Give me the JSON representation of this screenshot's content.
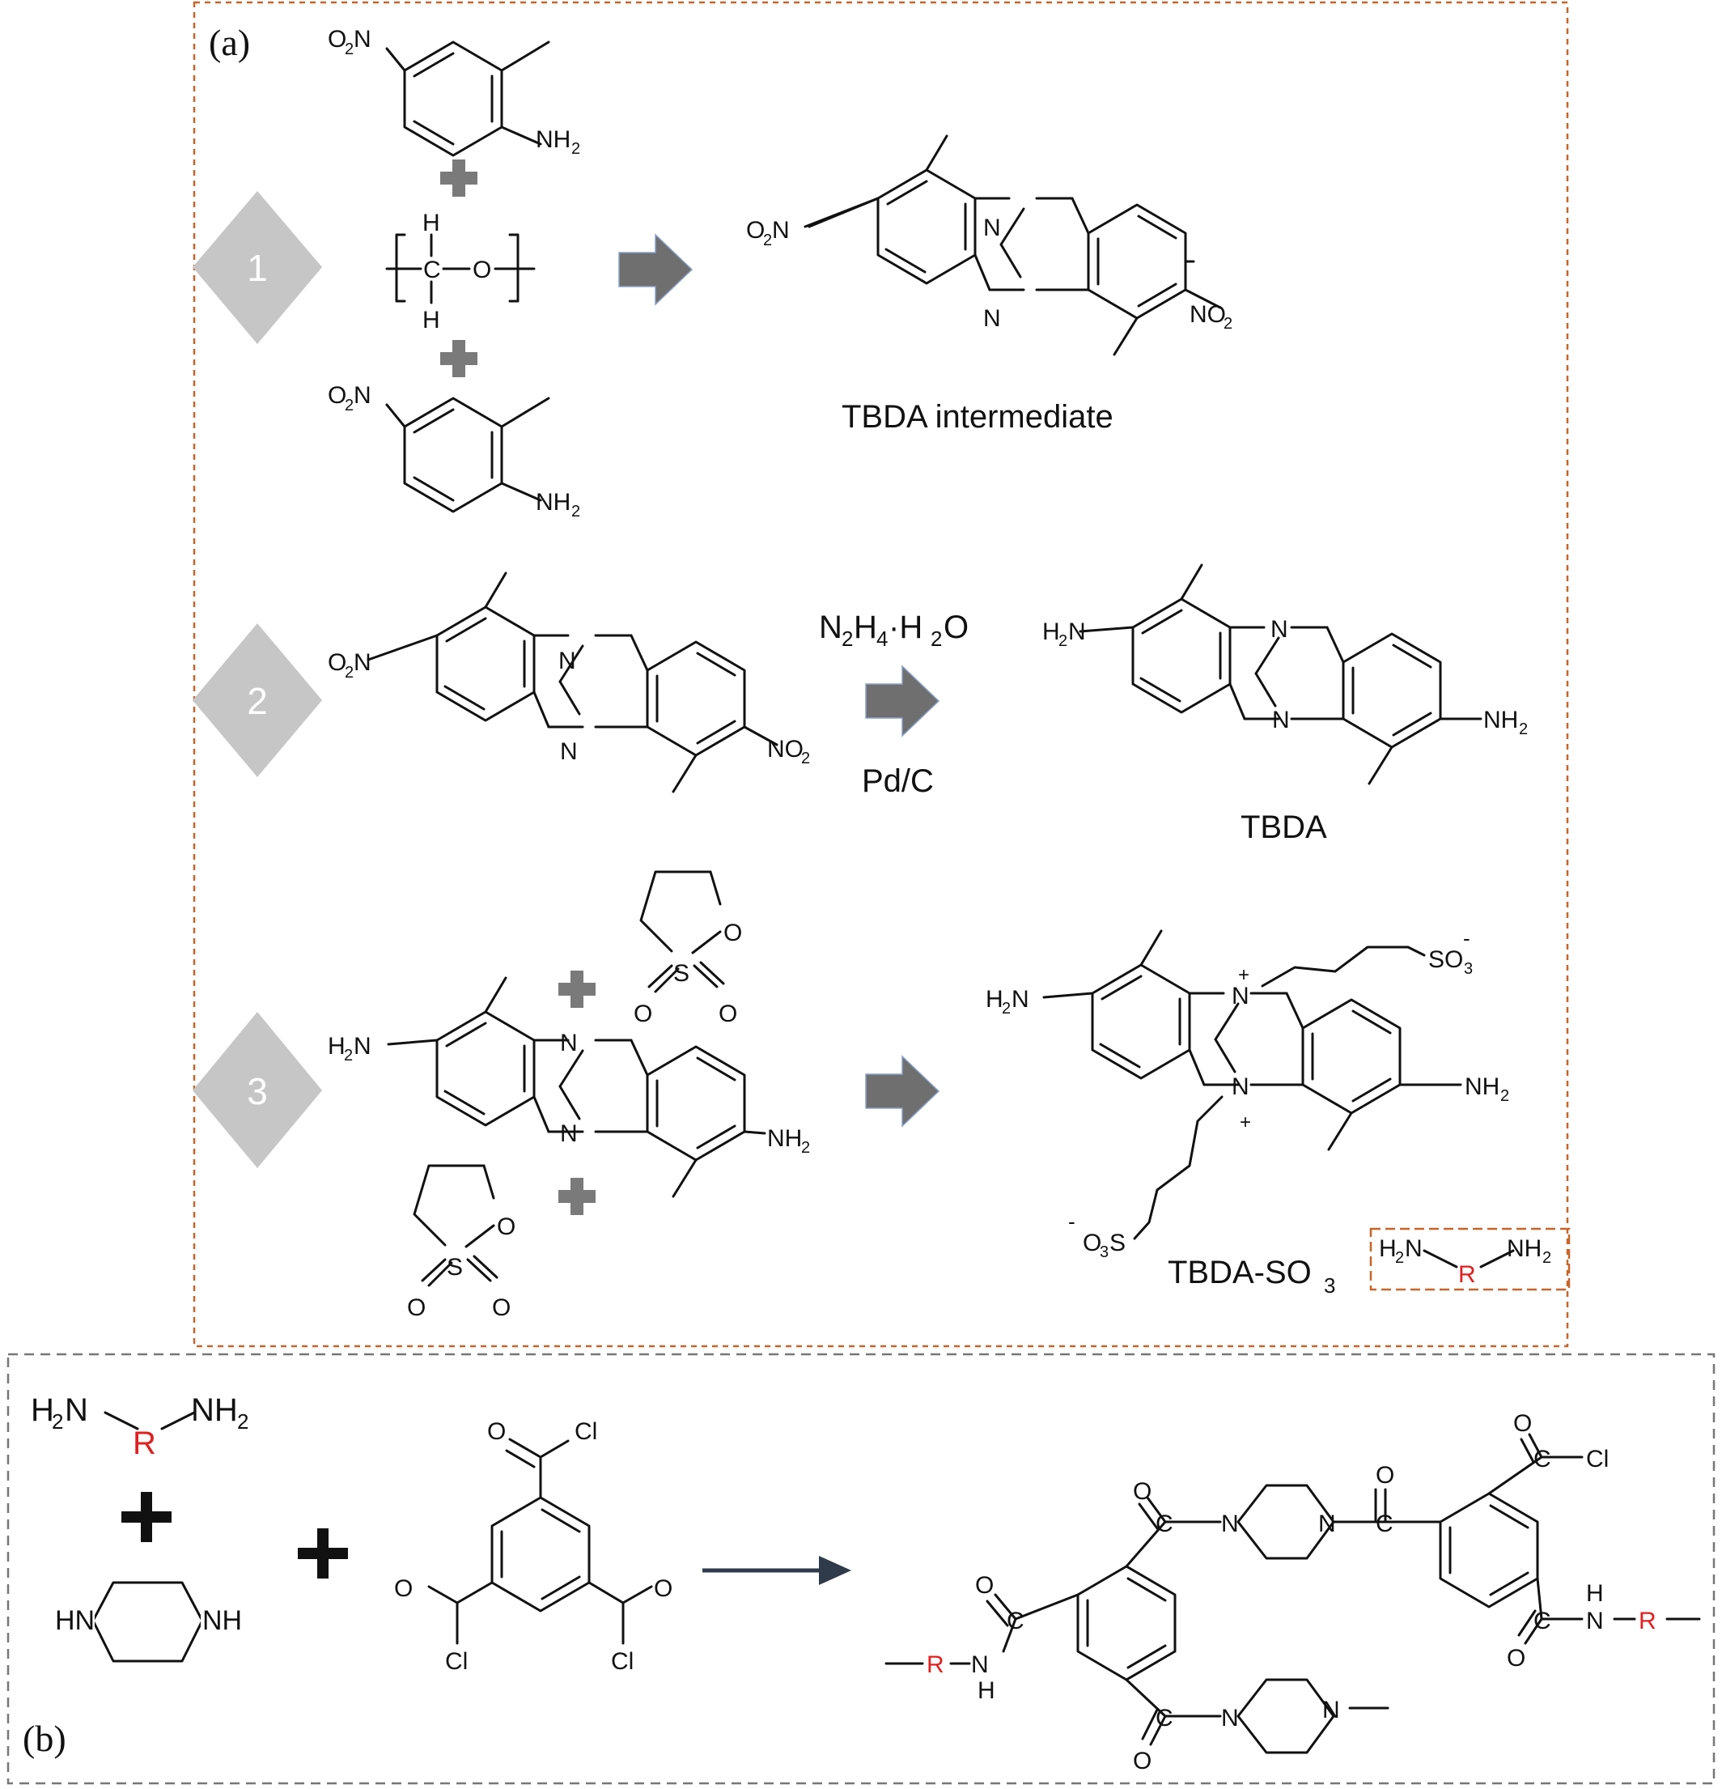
{
  "panels": {
    "a": "(a)",
    "b": "(b)"
  },
  "steps": [
    "1",
    "2",
    "3"
  ],
  "labels": {
    "tbda_intermediate": "TBDA intermediate",
    "tbda": "TBDA",
    "tbda_so3": "TBDA-SO",
    "so3_sub": "3",
    "reagent_top": "N",
    "reagent_top_2": "2",
    "reagent_top_3": "H",
    "reagent_top_4": "4",
    "reagent_top_5": "·H",
    "reagent_top_6": "2",
    "reagent_top_7": "O",
    "catalyst": "Pd/C"
  },
  "atoms": {
    "O": "O",
    "N": "N",
    "C": "C",
    "H": "H",
    "S": "S",
    "Cl": "Cl",
    "R": "R",
    "HN": "HN",
    "NH": "NH",
    "O2N": "O",
    "NO2": "NO",
    "NH2": "NH",
    "H2N": "H",
    "sub2": "2",
    "sub3": "3",
    "plus": "+",
    "minus": "-",
    "SO3": "SO",
    "O3S": "O",
    "S_end": "S"
  },
  "colors": {
    "accent_red": "#e02020",
    "box_orange": "#c8642a",
    "box_gray": "#777777",
    "arrow_gray": "#6f6f6f",
    "diamond_gray": "#c6c6c6",
    "arrow_navy": "#2f3a4a"
  }
}
